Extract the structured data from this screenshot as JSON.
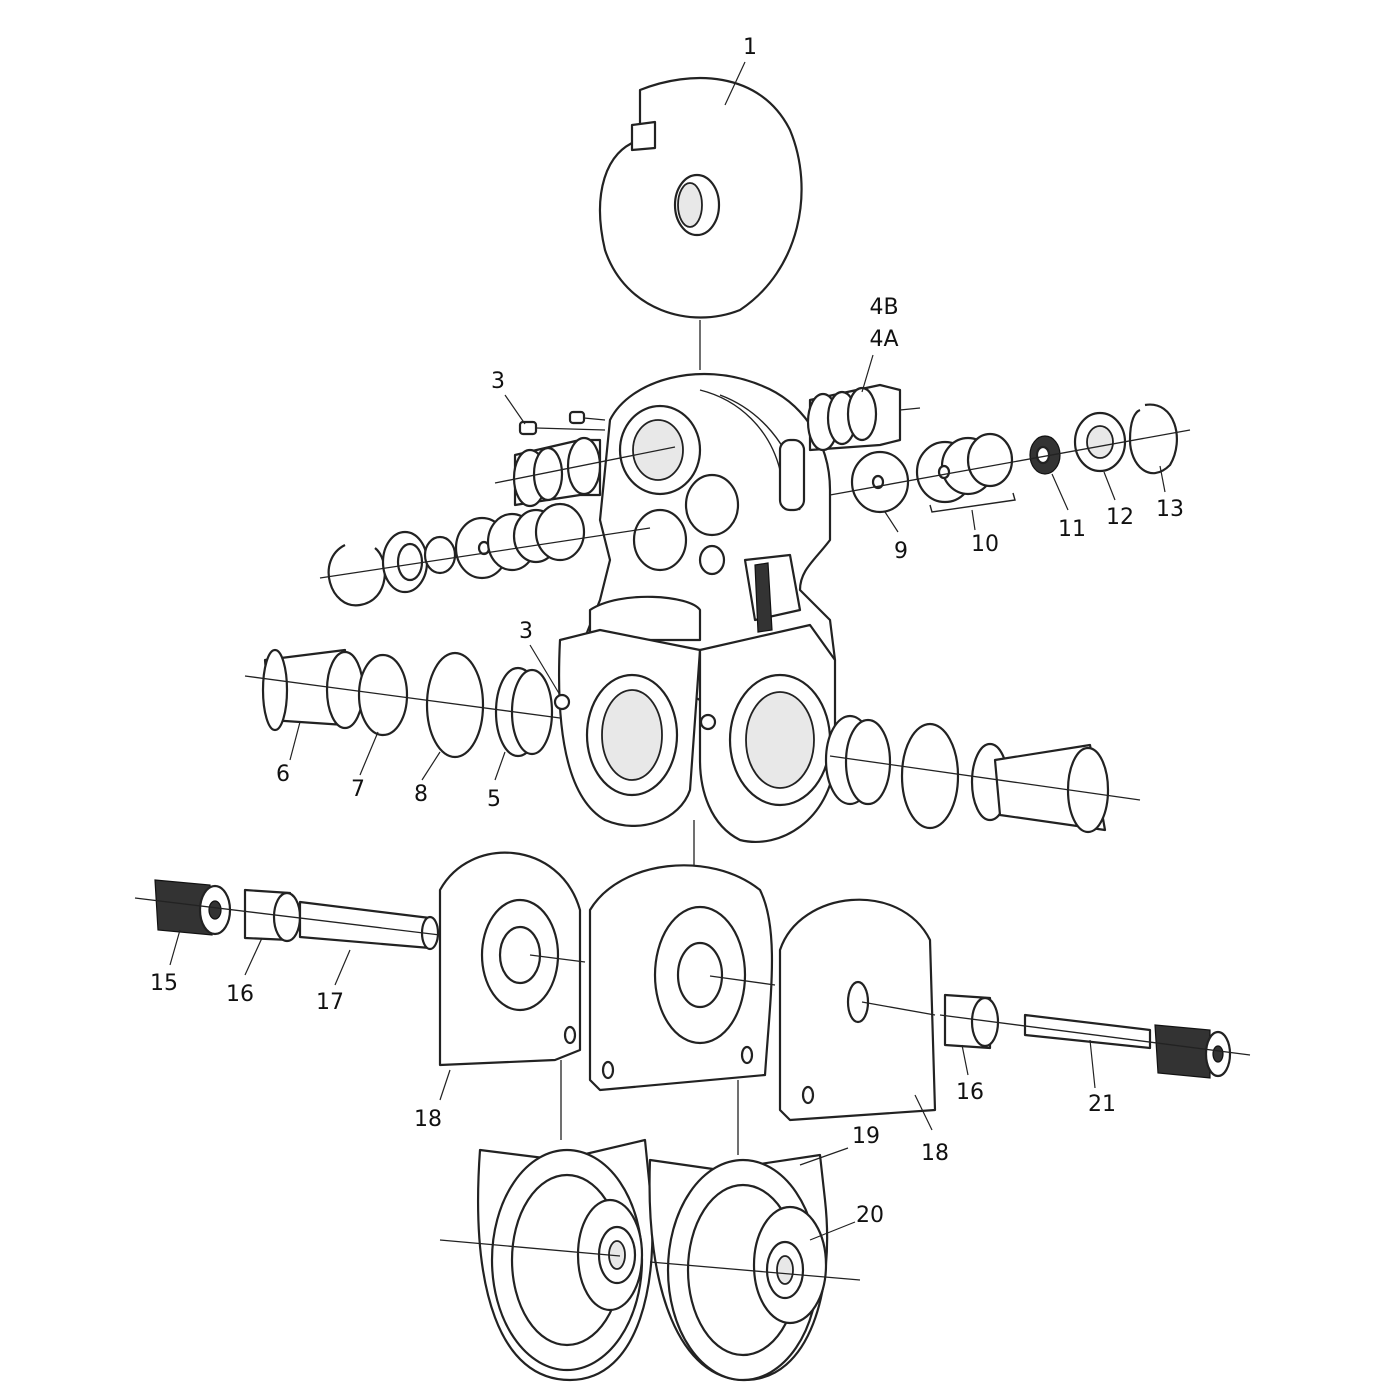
{
  "callouts": {
    "c1": "1",
    "c4b": "4B",
    "c4a": "4A",
    "c3_top": "3",
    "c3_mid": "3",
    "c5": "5",
    "c6": "6",
    "c7": "7",
    "c8": "8",
    "c9": "9",
    "c10": "10",
    "c11": "11",
    "c12": "12",
    "c13": "13",
    "c15": "15",
    "c16_left": "16",
    "c16_right": "16",
    "c17": "17",
    "c18_left": "18",
    "c18_right": "18",
    "c19": "19",
    "c20": "20",
    "c21": "21"
  }
}
